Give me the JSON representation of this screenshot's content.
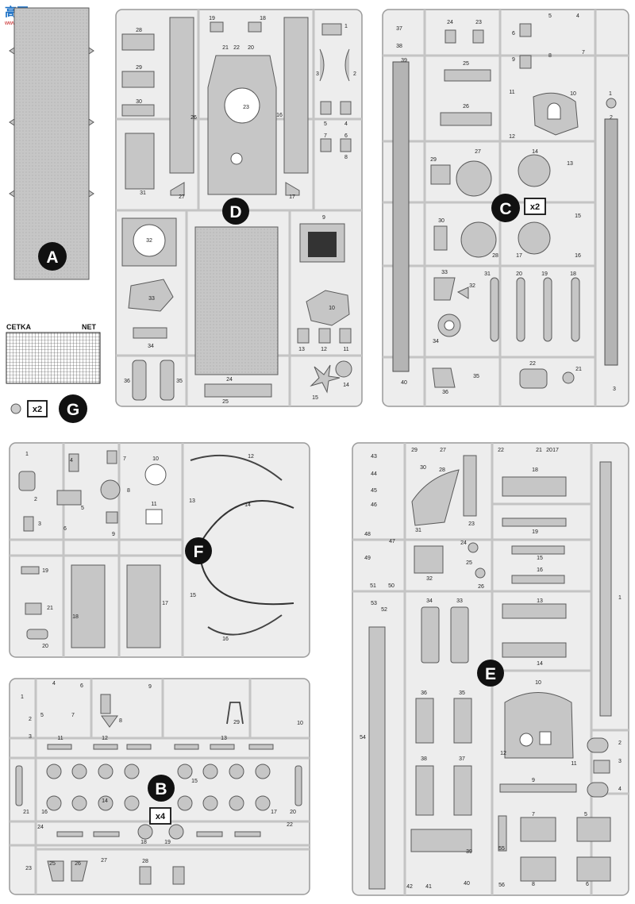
{
  "watermark": {
    "brand": "高网",
    "url": "www.hasob.com"
  },
  "sprues": {
    "A": {
      "letter": "A"
    },
    "B": {
      "letter": "B",
      "multiplier": "x4"
    },
    "C": {
      "letter": "C",
      "multiplier": "x2"
    },
    "D": {
      "letter": "D"
    },
    "E": {
      "letter": "E"
    },
    "F": {
      "letter": "F"
    },
    "G": {
      "letter": "G",
      "multiplier": "x2"
    }
  },
  "mesh": {
    "label_left": "CETKA",
    "label_right": "NET"
  },
  "part_numbers": {
    "D": [
      "1",
      "2",
      "3",
      "4",
      "5",
      "6",
      "7",
      "8",
      "9",
      "10",
      "11",
      "12",
      "13",
      "14",
      "15",
      "16",
      "17",
      "18",
      "19",
      "20",
      "21",
      "22",
      "23",
      "24",
      "25",
      "26",
      "27",
      "28",
      "29",
      "30",
      "31",
      "32",
      "33",
      "34",
      "35",
      "36"
    ],
    "C": [
      "1",
      "2",
      "3",
      "4",
      "5",
      "6",
      "7",
      "8",
      "9",
      "10",
      "11",
      "12",
      "13",
      "14",
      "15",
      "16",
      "17",
      "18",
      "19",
      "20",
      "21",
      "22",
      "23",
      "24",
      "25",
      "26",
      "27",
      "28",
      "29",
      "30",
      "31",
      "32",
      "33",
      "34",
      "35",
      "36",
      "37",
      "38",
      "39",
      "40"
    ],
    "F": [
      "1",
      "2",
      "3",
      "4",
      "5",
      "6",
      "7",
      "8",
      "9",
      "10",
      "11",
      "12",
      "13",
      "14",
      "15",
      "16",
      "17",
      "18",
      "19",
      "20",
      "21"
    ],
    "E": [
      "1",
      "2",
      "3",
      "4",
      "5",
      "6",
      "7",
      "8",
      "9",
      "10",
      "11",
      "12",
      "13",
      "14",
      "15",
      "16",
      "17",
      "18",
      "19",
      "20",
      "21",
      "22",
      "23",
      "24",
      "25",
      "26",
      "27",
      "28",
      "29",
      "30",
      "31",
      "32",
      "33",
      "34",
      "35",
      "36",
      "37",
      "38",
      "39",
      "40",
      "41",
      "42",
      "43",
      "44",
      "45",
      "46",
      "47",
      "48",
      "49",
      "50",
      "51",
      "52",
      "53",
      "54",
      "55",
      "56"
    ],
    "B": [
      "1",
      "2",
      "3",
      "4",
      "5",
      "6",
      "7",
      "8",
      "9",
      "10",
      "11",
      "12",
      "13",
      "14",
      "15",
      "16",
      "17",
      "18",
      "19",
      "20",
      "21",
      "22",
      "23",
      "24",
      "25",
      "26",
      "27",
      "28",
      "29"
    ]
  }
}
